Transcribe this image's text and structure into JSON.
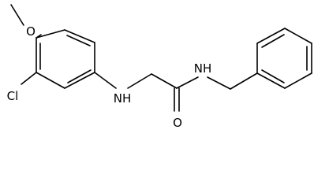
{
  "molecule": {
    "atoms": [
      {
        "id": "O_methoxy",
        "symbol": "O"
      },
      {
        "id": "Cl",
        "symbol": "Cl"
      },
      {
        "id": "NH_amine",
        "symbol": "H",
        "prefix": "N"
      },
      {
        "id": "O_carbonyl",
        "symbol": "O"
      },
      {
        "id": "NH_amide",
        "symbol": "H",
        "prefix": "N"
      }
    ],
    "colors": {
      "bond": "#000000",
      "label": "#000000",
      "background": "#ffffff"
    }
  }
}
